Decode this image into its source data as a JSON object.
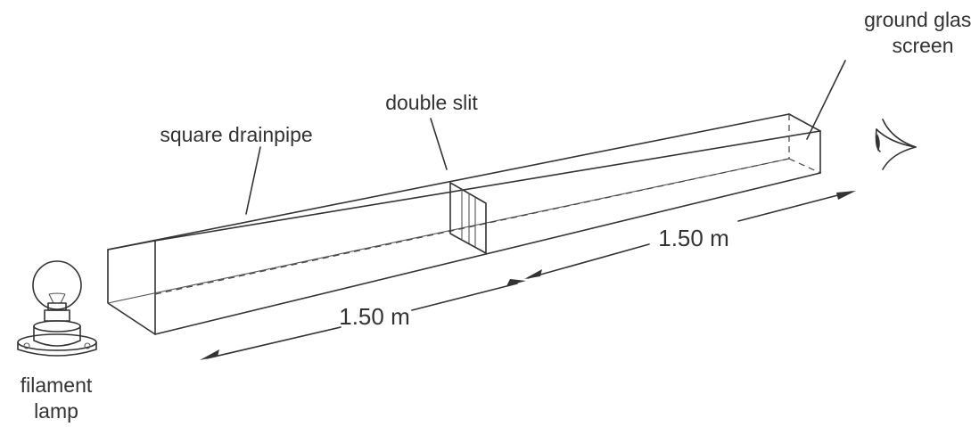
{
  "labels": {
    "ground_glass_line1": "ground glass",
    "ground_glass_line2": "screen",
    "double_slit": "double slit",
    "square_drainpipe": "square drainpipe",
    "filament_lamp_line1": "filament",
    "filament_lamp_line2": "lamp"
  },
  "dimensions": {
    "first_distance": "1.50 m",
    "second_distance": "1.50 m"
  },
  "colors": {
    "ink": "#333333",
    "background": "#ffffff"
  }
}
